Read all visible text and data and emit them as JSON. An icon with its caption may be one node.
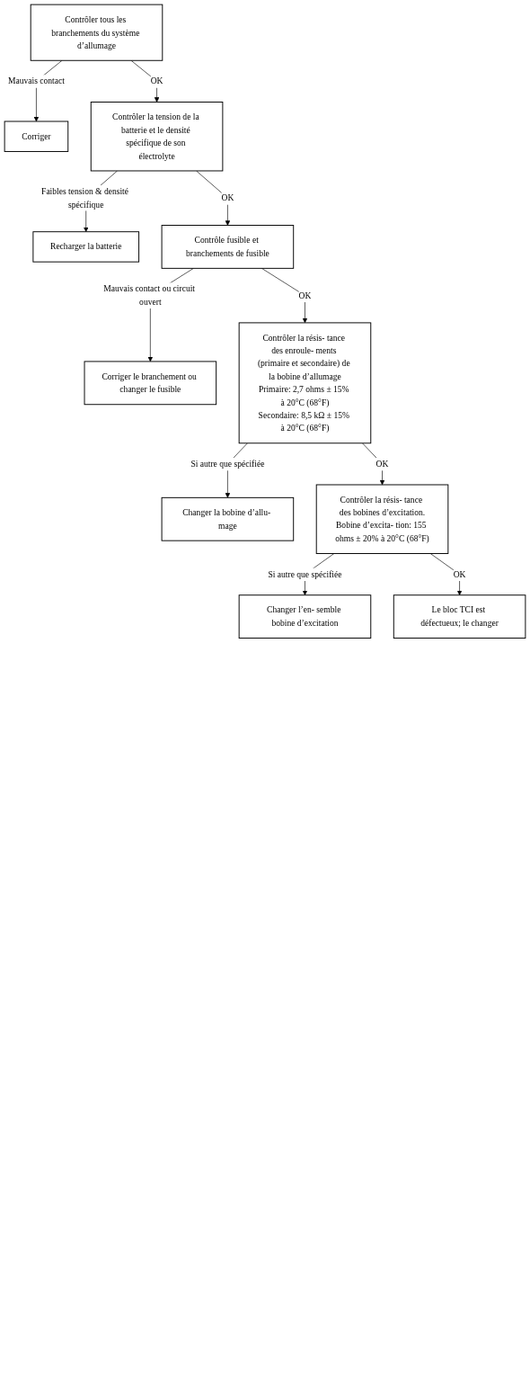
{
  "diagram": {
    "nodes": [
      {
        "text": [
          "Contrôler tous les branchements du système d’allumage"
        ]
      },
      {
        "text": [
          "Corriger"
        ]
      },
      {
        "text": [
          "Contrôler la tension de la batterie et le densité spécifique de son électrolyte"
        ]
      },
      {
        "text": [
          "Recharger la batterie"
        ]
      },
      {
        "text": [
          "Contrôle fusible et branchements de fusible"
        ]
      },
      {
        "text": [
          "Corriger le branchement ou changer le fusible"
        ]
      },
      {
        "text": [
          "Contrôler la résis- tance des enroule- ments (primaire et secondaire) de la bobine d’allumage",
          "Primaire: 2,7 ohms ± 15% à 20°C (68°F)",
          "Secondaire: 8,5 kΩ ± 15% à 20°C (68°F)"
        ]
      },
      {
        "text": [
          "Changer la bobine d’allu- mage"
        ]
      },
      {
        "text": [
          "Contrôler la résis- tance des bobines d’excitation.",
          "Bobine d’excita- tion: 155 ohms ± 20% à 20°C (68°F)"
        ]
      },
      {
        "text": [
          "Changer l’en- semble bobine d’excitation"
        ]
      },
      {
        "text": [
          "Le bloc TCI est défectueux; le changer"
        ]
      }
    ],
    "edges": [
      {
        "from": 0,
        "to": 1,
        "arrow": "to",
        "label": "Mauvais contact"
      },
      {
        "from": 0,
        "to": 2,
        "arrow": "to",
        "label": "OK"
      },
      {
        "from": 2,
        "to": 3,
        "arrow": "to",
        "label": "Faibles tension & densité spécifique"
      },
      {
        "from": 2,
        "to": 4,
        "arrow": "to",
        "label": "OK"
      },
      {
        "from": 4,
        "to": 5,
        "arrow": "to",
        "label": "Mauvais contact ou circuit ouvert"
      },
      {
        "from": 4,
        "to": 6,
        "arrow": "to",
        "label": "OK"
      },
      {
        "from": 6,
        "to": 7,
        "arrow": "to",
        "label": "Si autre que spécifiée"
      },
      {
        "from": 6,
        "to": 8,
        "arrow": "to",
        "label": "OK"
      },
      {
        "from": 8,
        "to": 9,
        "arrow": "to",
        "label": "Si autre que spécifiée"
      },
      {
        "from": 8,
        "to": 10,
        "arrow": "to",
        "label": "OK"
      }
    ]
  }
}
